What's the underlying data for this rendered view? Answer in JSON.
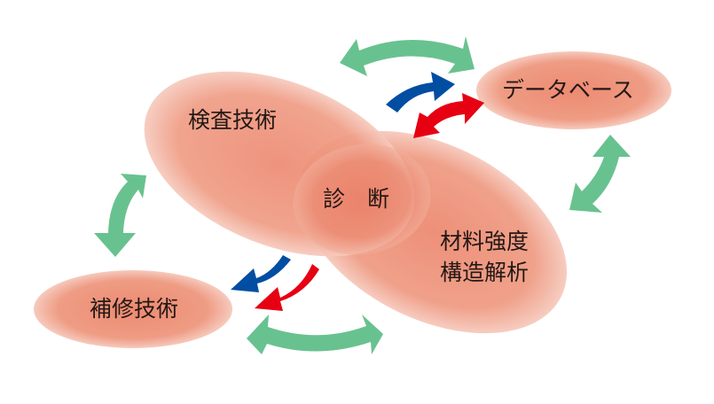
{
  "diagram": {
    "nodes": {
      "inspection": "検査技術",
      "database": "データベース",
      "diagnosis": "診　断",
      "material_line1": "材料強度",
      "material_line2": "構造解析",
      "repair": "補修技術"
    },
    "colors": {
      "node_fill": "#ee9a82",
      "node_core": "#e98670",
      "node_edge": "#f5c6b8",
      "arrow_green": "#68c28f",
      "arrow_blue": "#004ea2",
      "arrow_red": "#e60012",
      "text": "#231815"
    },
    "connections": [
      {
        "from": "inspection",
        "to": "database",
        "type": "bidirectional",
        "color": "green"
      },
      {
        "from": "inspection",
        "to": "repair",
        "type": "bidirectional",
        "color": "green"
      },
      {
        "from": "database",
        "to": "material",
        "type": "bidirectional",
        "color": "green"
      },
      {
        "from": "repair",
        "to": "material",
        "type": "bidirectional",
        "color": "green"
      },
      {
        "from": "diagnosis",
        "to": "database",
        "type": "one-way",
        "color": "blue"
      },
      {
        "from": "database",
        "to": "diagnosis",
        "type": "bidirectional",
        "color": "red"
      },
      {
        "from": "diagnosis",
        "to": "repair",
        "type": "one-way",
        "color": "blue"
      },
      {
        "from": "diagnosis",
        "to": "repair",
        "type": "one-way",
        "color": "red"
      }
    ]
  }
}
